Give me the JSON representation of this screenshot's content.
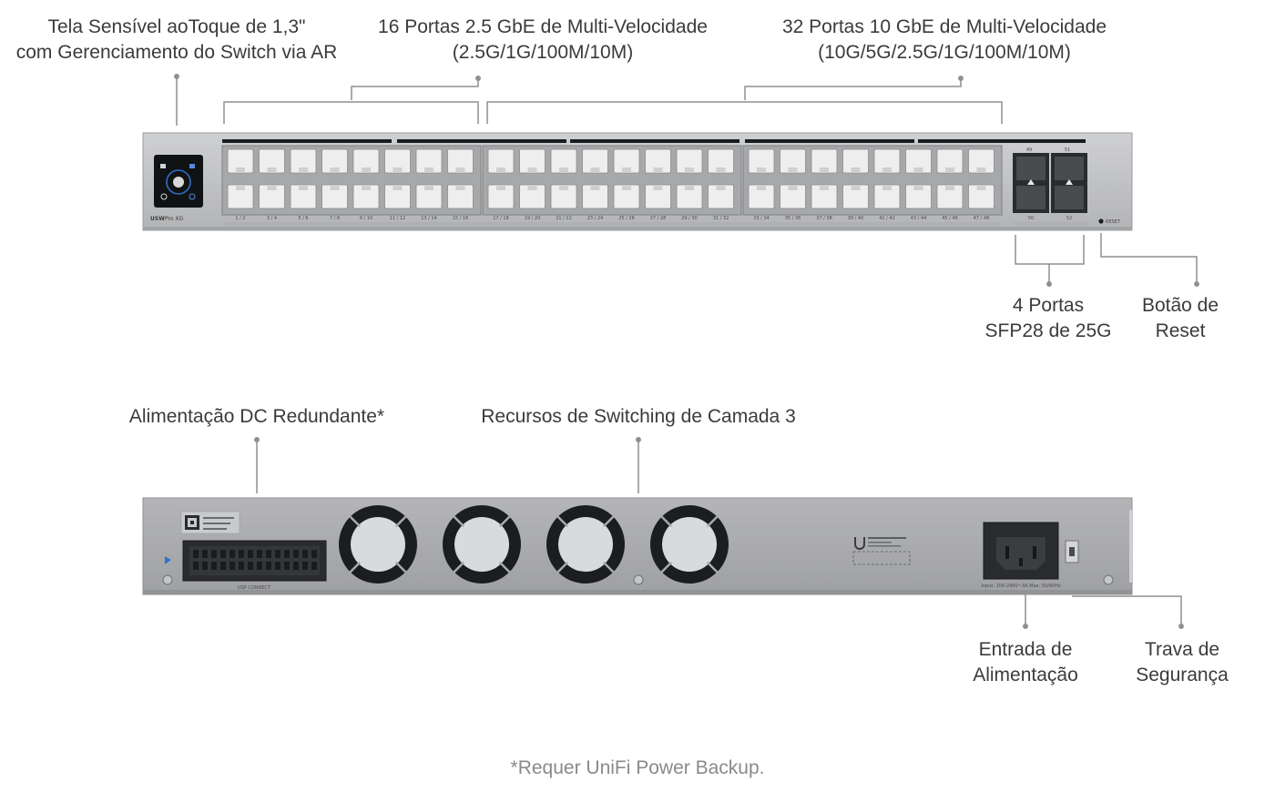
{
  "front_labels": {
    "touchscreen": [
      "Tela Sensível aoToque de 1,3\"",
      "com Gerenciamento do Switch via AR"
    ],
    "ports_25g": [
      "16 Portas 2.5 GbE de Multi-Velocidade",
      "(2.5G/1G/100M/10M)"
    ],
    "ports_10g": [
      "32 Portas 10 GbE de Multi-Velocidade",
      "(10G/5G/2.5G/1G/100M/10M)"
    ],
    "sfp28": [
      "4 Portas",
      "SFP28 de 25G"
    ],
    "reset": [
      "Botão de",
      "Reset"
    ]
  },
  "rear_labels": {
    "dc_power": "Alimentação DC Redundante*",
    "layer3": "Recursos de Switching de Camada 3",
    "power_input": [
      "Entrada de",
      "Alimentação"
    ],
    "lock": [
      "Trava de",
      "Segurança"
    ]
  },
  "footnote": "*Requer UniFi Power Backup.",
  "device": {
    "model_brand": "USW",
    "model_name": "Pro XG",
    "port_pair_labels": [
      "1 / 2",
      "3 / 4",
      "5 / 6",
      "7 / 8",
      "9 / 10",
      "11 / 12",
      "13 / 14",
      "15 / 16",
      "17 / 18",
      "19 / 20",
      "21 / 22",
      "23 / 24",
      "25 / 26",
      "27 / 28",
      "29 / 30",
      "31 / 32",
      "33 / 34",
      "35 / 36",
      "37 / 38",
      "39 / 40",
      "41 / 42",
      "43 / 44",
      "45 / 46",
      "47 / 48"
    ],
    "sfp_top_labels": [
      "49",
      "51"
    ],
    "sfp_bottom_labels": [
      "50",
      "52"
    ],
    "reset_text": "RESET",
    "usp_connect": "USP CONNECT",
    "psu_rating": "Input: 100-240V~3A Max. 50/60Hz"
  },
  "colors": {
    "chassis": "#bdbec0",
    "chassis_rear": "#a9aaac",
    "label_text": "#3b3b3b",
    "footnote": "#8a8a8a",
    "leader_line": "#8f8f8f"
  }
}
